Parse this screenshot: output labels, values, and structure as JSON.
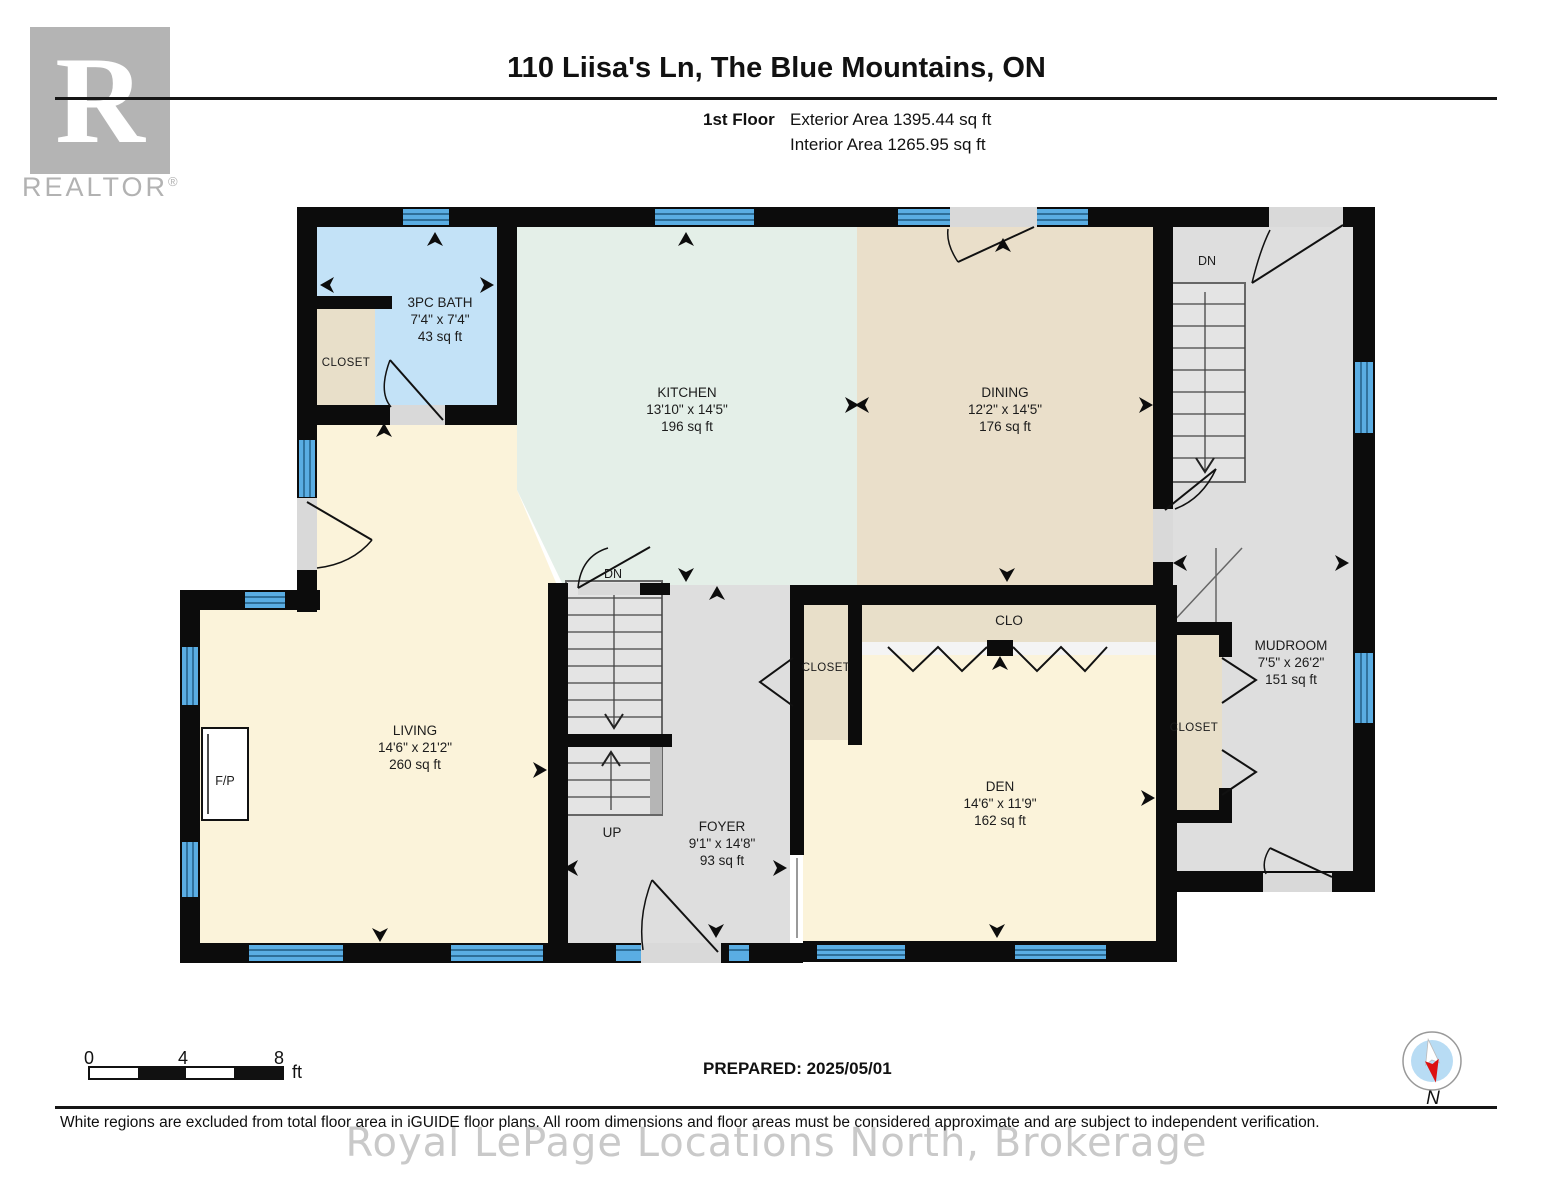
{
  "header": {
    "logo_letter": "R",
    "logo_word": "REALTOR",
    "logo_reg": "®",
    "title": "110 Liisa's Ln, The Blue Mountains, ON",
    "floor_label": "1st Floor",
    "exterior_area": "Exterior Area 1395.44 sq ft",
    "interior_area": "Interior Area 1265.95 sq ft"
  },
  "rooms": {
    "bath": {
      "name": "3PC BATH",
      "dims": "7'4\" x 7'4\"",
      "area": "43 sq ft"
    },
    "kitchen": {
      "name": "KITCHEN",
      "dims": "13'10\" x 14'5\"",
      "area": "196 sq ft"
    },
    "dining": {
      "name": "DINING",
      "dims": "12'2\" x 14'5\"",
      "area": "176 sq ft"
    },
    "living": {
      "name": "LIVING",
      "dims": "14'6\" x 21'2\"",
      "area": "260 sq ft"
    },
    "foyer": {
      "name": "FOYER",
      "dims": "9'1\" x 14'8\"",
      "area": "93 sq ft"
    },
    "den": {
      "name": "DEN",
      "dims": "14'6\" x 11'9\"",
      "area": "162 sq ft"
    },
    "mudroom": {
      "name": "MUDROOM",
      "dims": "7'5\" x 26'2\"",
      "area": "151 sq ft"
    },
    "bath_closet": {
      "name": "CLOSET"
    },
    "foyer_closet": {
      "name": "CLOSET"
    },
    "den_closet": {
      "name": "CLO"
    },
    "mudroom_closet": {
      "name": "CLOSET"
    },
    "fireplace": {
      "name": "F/P"
    },
    "stairs_down_foyer": {
      "name": "DN"
    },
    "stairs_up_foyer": {
      "name": "UP"
    },
    "stairs_down_mudroom": {
      "name": "DN"
    }
  },
  "footer": {
    "scale_0": "0",
    "scale_4": "4",
    "scale_8": "8",
    "scale_unit": "ft",
    "prepared": "PREPARED: 2025/05/01",
    "compass_n": "N",
    "disclaimer": "White regions are excluded from total floor area in iGUIDE floor plans. All room dimensions and floor areas must be considered approximate and are subject to independent verification.",
    "watermark": "Royal LePage Locations North, Brokerage"
  },
  "colors": {
    "wall": "#0c0c0c",
    "window_blue": "#5aade3",
    "bath_blue": "#c3e2f7",
    "kitchen_mint": "#e4efe8",
    "dining_beige": "#eadfca",
    "cream": "#fbf3da",
    "closet_beige": "#e8dfc9",
    "gray_room": "#dedede",
    "compass_blue": "#b8dcf4",
    "compass_red": "#dd1111"
  }
}
